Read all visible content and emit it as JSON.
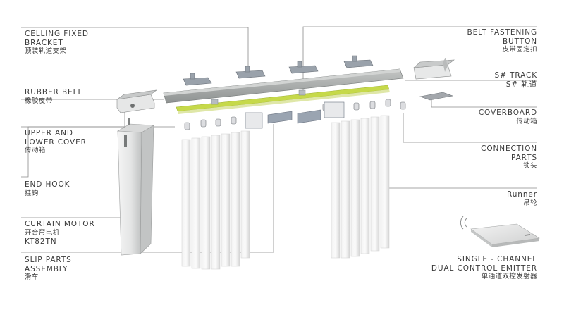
{
  "labels": {
    "ceiling_bracket": {
      "line1": "CELLING FIXED",
      "line2": "BRACKET",
      "cn": "顶装轨道支架"
    },
    "rubber_belt": {
      "line1": "RUBBER BELT",
      "cn": "橡胶皮带"
    },
    "upper_lower_cover": {
      "line1": "UPPER AND",
      "line2": "LOWER COVER",
      "cn": "传动箱"
    },
    "end_hook": {
      "line1": "END HOOK",
      "cn": "挂钩"
    },
    "curtain_motor": {
      "line1": "CURTAIN MOTOR",
      "cn": "开合帘电机",
      "model": "KT82TN"
    },
    "slip_parts": {
      "line1": "SLIP PARTS",
      "line2": "ASSEMBLY",
      "cn": "滑车"
    },
    "belt_button": {
      "line1": "BELT FASTENING",
      "line2": "BUTTON",
      "cn": "皮带固定扣"
    },
    "s_track": {
      "line1": "S# TRACK",
      "line2": "S# 轨道"
    },
    "coverboard": {
      "line1": "COVERBOARD",
      "cn": "传动箱"
    },
    "connection_parts": {
      "line1": "CONNECTION",
      "line2": "PARTS",
      "cn": "锁头"
    },
    "runner": {
      "line1": "Runner",
      "cn": "吊轮"
    },
    "emitter": {
      "line1": "SINGLE - CHANNEL",
      "line2": "DUAL  CONTROL EMITTER",
      "cn": "单通道双控发射器"
    }
  },
  "colors": {
    "leader": "#8a8a8a",
    "track": "#a9acab",
    "belt": "#c6d94a",
    "metal": "#9aa2ab",
    "motor": "#e2e3e3"
  }
}
